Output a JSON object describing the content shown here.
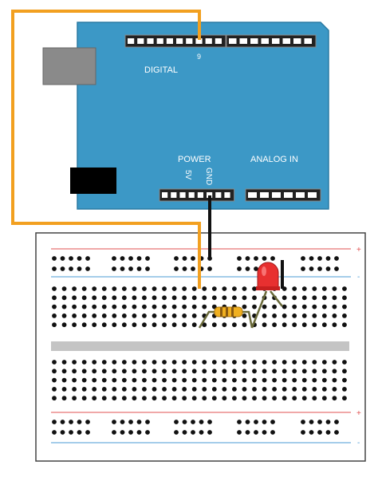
{
  "board": {
    "digital_label": "DIGITAL",
    "pin_label": "9",
    "power_label": "POWER",
    "analog_label": "ANALOG IN",
    "pin_5v_label": "5V",
    "pin_gnd_label": "GND",
    "color": "#3c98c6"
  },
  "breadboard": {
    "plus_label": "+",
    "minus_label": "-",
    "rail_red": "#e05050",
    "rail_blue": "#4b9bd6"
  },
  "wires": {
    "signal_color": "#f2a020",
    "ground_color": "#111111"
  },
  "components": {
    "led_color": "#e83030",
    "resistor_color": "#f0b020"
  }
}
